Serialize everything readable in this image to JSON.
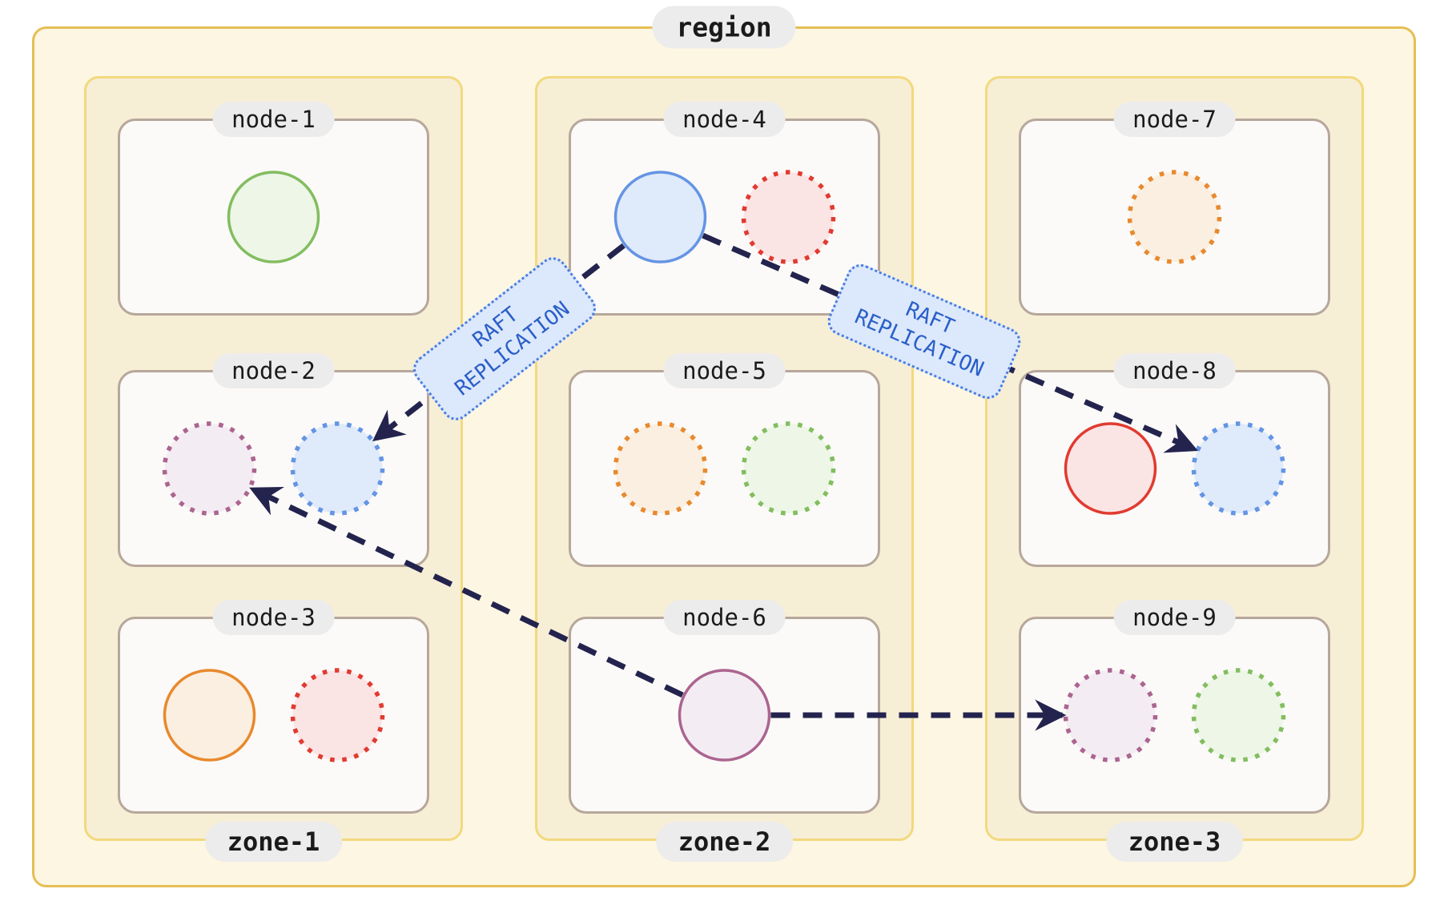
{
  "region": {
    "label": "region"
  },
  "zones": [
    {
      "label": "zone-1",
      "nodes": [
        {
          "label": "node-1",
          "replicas": [
            {
              "color": "green",
              "style": "solid"
            }
          ]
        },
        {
          "label": "node-2",
          "replicas": [
            {
              "color": "purple",
              "style": "dotted"
            },
            {
              "color": "blue",
              "style": "dotted"
            }
          ]
        },
        {
          "label": "node-3",
          "replicas": [
            {
              "color": "orange",
              "style": "solid"
            },
            {
              "color": "red",
              "style": "dotted"
            }
          ]
        }
      ]
    },
    {
      "label": "zone-2",
      "nodes": [
        {
          "label": "node-4",
          "replicas": [
            {
              "color": "blue",
              "style": "solid"
            },
            {
              "color": "red",
              "style": "dotted"
            }
          ]
        },
        {
          "label": "node-5",
          "replicas": [
            {
              "color": "orange",
              "style": "dotted"
            },
            {
              "color": "green",
              "style": "dotted"
            }
          ]
        },
        {
          "label": "node-6",
          "replicas": [
            {
              "color": "purple",
              "style": "solid"
            }
          ]
        }
      ]
    },
    {
      "label": "zone-3",
      "nodes": [
        {
          "label": "node-7",
          "replicas": [
            {
              "color": "orange",
              "style": "dotted"
            }
          ]
        },
        {
          "label": "node-8",
          "replicas": [
            {
              "color": "red",
              "style": "solid"
            },
            {
              "color": "blue",
              "style": "dotted"
            }
          ]
        },
        {
          "label": "node-9",
          "replicas": [
            {
              "color": "purple",
              "style": "dotted"
            },
            {
              "color": "green",
              "style": "dotted"
            }
          ]
        }
      ]
    }
  ],
  "edge_label": {
    "line1": "RAFT",
    "line2": "REPLICATION"
  },
  "arrows": [
    {
      "from": [
        1,
        0,
        0
      ],
      "to": [
        0,
        1,
        1
      ],
      "labeled": true,
      "label_t": 0.48
    },
    {
      "from": [
        1,
        0,
        0
      ],
      "to": [
        2,
        1,
        1
      ],
      "labeled": true,
      "label_t": 0.45
    },
    {
      "from": [
        1,
        2,
        0
      ],
      "to": [
        0,
        1,
        0
      ],
      "labeled": false,
      "label_t": 0.5
    },
    {
      "from": [
        1,
        2,
        0
      ],
      "to": [
        2,
        2,
        0
      ],
      "labeled": false,
      "label_t": 0.5
    }
  ],
  "palette": {
    "green": {
      "stroke": "#82bd5f",
      "fill": "#edf6e7"
    },
    "orange": {
      "stroke": "#e8892e",
      "fill": "#faefe0"
    },
    "red": {
      "stroke": "#e13a30",
      "fill": "#fbe4e4"
    },
    "blue": {
      "stroke": "#6494e4",
      "fill": "#dfeafa"
    },
    "purple": {
      "stroke": "#ab648f",
      "fill": "#f4ecf3"
    }
  },
  "theme": {
    "region_bg": "#fdf6e2",
    "region_border": "#e5bf55",
    "zone_bg": "#f7eed6",
    "zone_border": "#f2d97e",
    "node_bg": "#fbfaf8",
    "node_border": "#b7a79b",
    "pill_bg": "#ececec",
    "pill_text": "#1a1a1a",
    "arrow": "#23234e",
    "edge_label_bg": "#dce8fb",
    "edge_label_border": "#4a7de0",
    "edge_label_text": "#2a5fc9"
  }
}
